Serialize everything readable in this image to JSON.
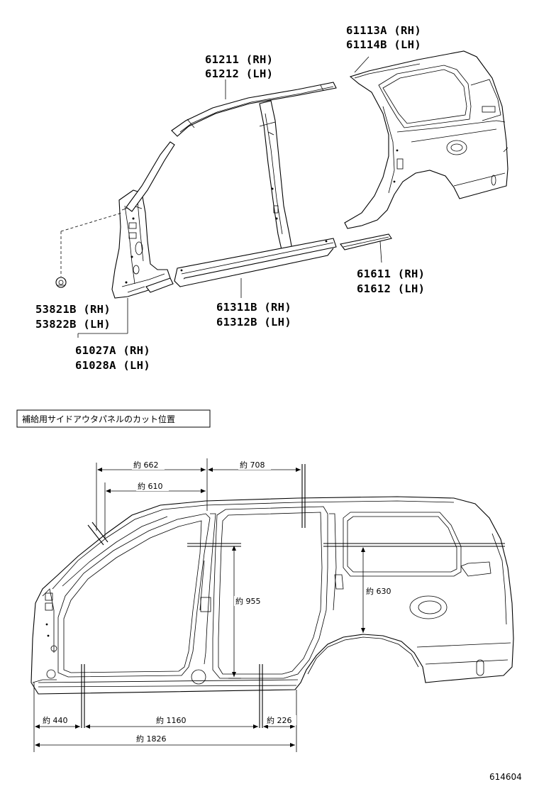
{
  "parts": {
    "quarter_panel_upper": [
      "61113A (RH)",
      "61114B (LH)"
    ],
    "roof_rail": [
      "61211 (RH)",
      "61212 (LH)"
    ],
    "rocker_panel": [
      "61311B (RH)",
      "61312B (LH)"
    ],
    "quarter_panel_lower": [
      "61611 (RH)",
      "61612 (LH)"
    ],
    "clip": [
      "53821B (RH)",
      "53822B (LH)"
    ],
    "front_pillar": [
      "61027A (RH)",
      "61028A (LH)"
    ]
  },
  "section_title": "補給用サイドアウタパネルのカット位置",
  "dimensions": {
    "d662": "約 662",
    "d708": "約 708",
    "d610": "約 610",
    "d955": "約 955",
    "d630": "約 630",
    "d440": "約 440",
    "d1160": "約 1160",
    "d226": "約 226",
    "d1826": "約 1826"
  },
  "figure_code": "614604",
  "colors": {
    "line": "#000000",
    "background": "#ffffff"
  }
}
